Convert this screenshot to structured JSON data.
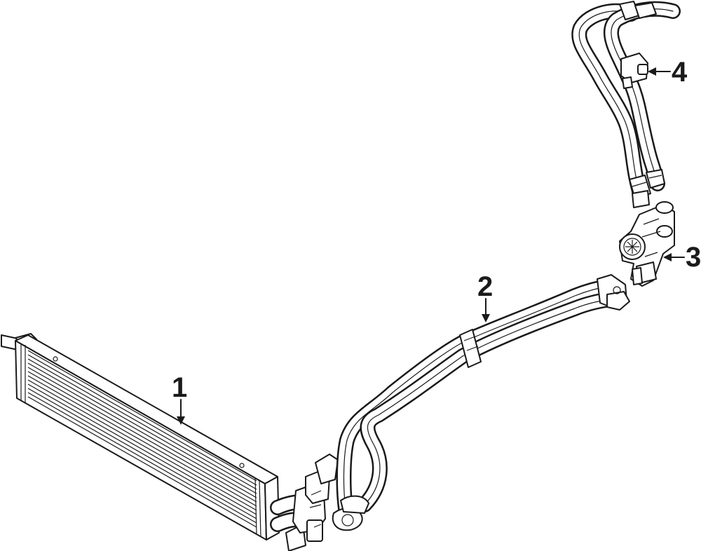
{
  "callouts": [
    {
      "id": "1",
      "label": "1",
      "part": "transmission-oil-cooler"
    },
    {
      "id": "2",
      "label": "2",
      "part": "cooler-hose-assembly"
    },
    {
      "id": "3",
      "label": "3",
      "part": "thermostat-valve-housing"
    },
    {
      "id": "4",
      "label": "4",
      "part": "upper-hose-connector"
    }
  ]
}
